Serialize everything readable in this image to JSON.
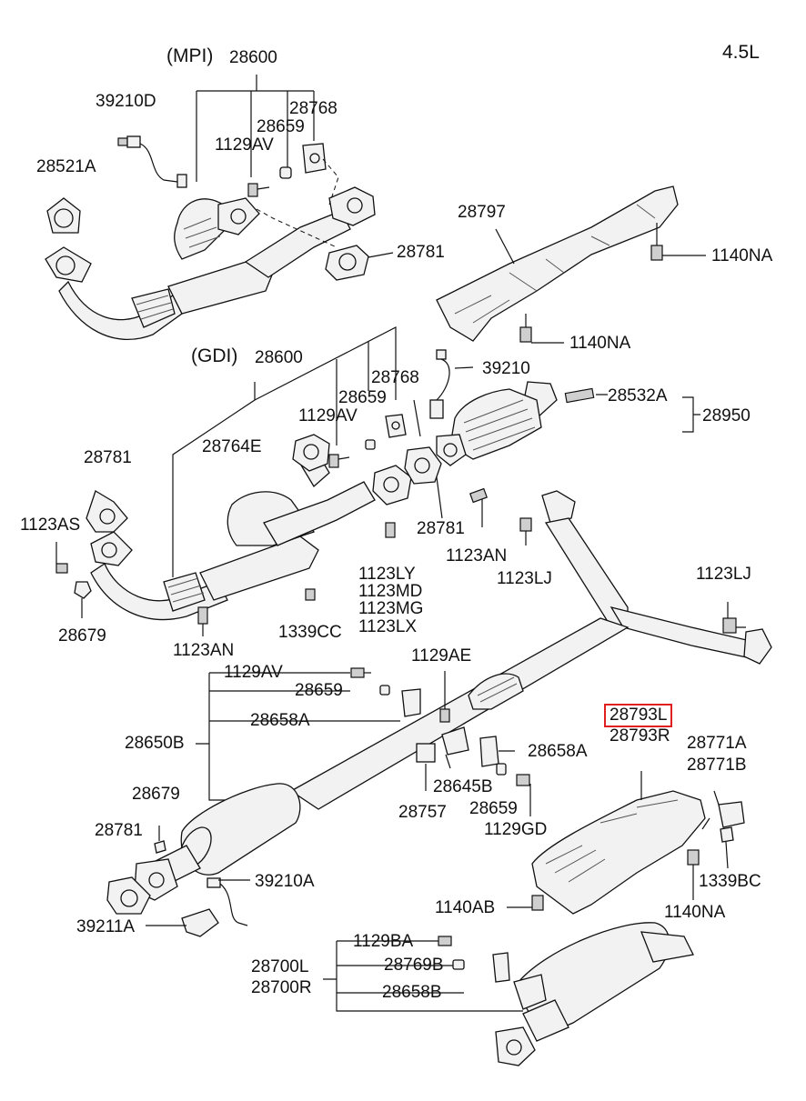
{
  "variant": "4.5L",
  "groups": {
    "mpi": "(MPI)",
    "gdi": "(GDI)"
  },
  "labels": {
    "mpi_28600": "28600",
    "mpi_39210D": "39210D",
    "mpi_28768": "28768",
    "mpi_28659": "28659",
    "mpi_1129AV": "1129AV",
    "mpi_28521A": "28521A",
    "mpi_28781": "28781",
    "hs_28797": "28797",
    "hs_1140NA_a": "1140NA",
    "hs_1140NA_b": "1140NA",
    "gdi_28600": "28600",
    "gdi_28768": "28768",
    "gdi_39210": "39210",
    "gdi_28659": "28659",
    "gdi_1129AV": "1129AV",
    "gdi_28764E": "28764E",
    "gdi_28532A": "28532A",
    "gdi_28950": "28950",
    "gdi_28781_left": "28781",
    "gdi_1123AS": "1123AS",
    "gdi_28781_mid": "28781",
    "gdi_1123AN_a": "1123AN",
    "gdi_1123LJ_a": "1123LJ",
    "gdi_1123LJ_b": "1123LJ",
    "gdi_1123LY": "1123LY",
    "gdi_1123MD": "1123MD",
    "gdi_1123MG": "1123MG",
    "gdi_1123LX": "1123LX",
    "gdi_28679": "28679",
    "gdi_1339CC": "1339CC",
    "gdi_1123AN_b": "1123AN",
    "c_1129AV": "1129AV",
    "c_1129AE": "1129AE",
    "c_28659": "28659",
    "c_28658A_a": "28658A",
    "c_28650B": "28650B",
    "c_28793L": "28793L",
    "c_28793R": "28793R",
    "c_28771A": "28771A",
    "c_28771B": "28771B",
    "c_28658A_b": "28658A",
    "c_28645B": "28645B",
    "c_28659_b": "28659",
    "c_28757": "28757",
    "c_1129GD": "1129GD",
    "c_28679": "28679",
    "c_28781": "28781",
    "c_39210A": "39210A",
    "c_39211A": "39211A",
    "c_1339BC": "1339BC",
    "c_1140AB": "1140AB",
    "c_1140NA": "1140NA",
    "m_1129BA": "1129BA",
    "m_28700L": "28700L",
    "m_28769B": "28769B",
    "m_28700R": "28700R",
    "m_28658B": "28658B"
  },
  "highlight_color": "#e02020"
}
